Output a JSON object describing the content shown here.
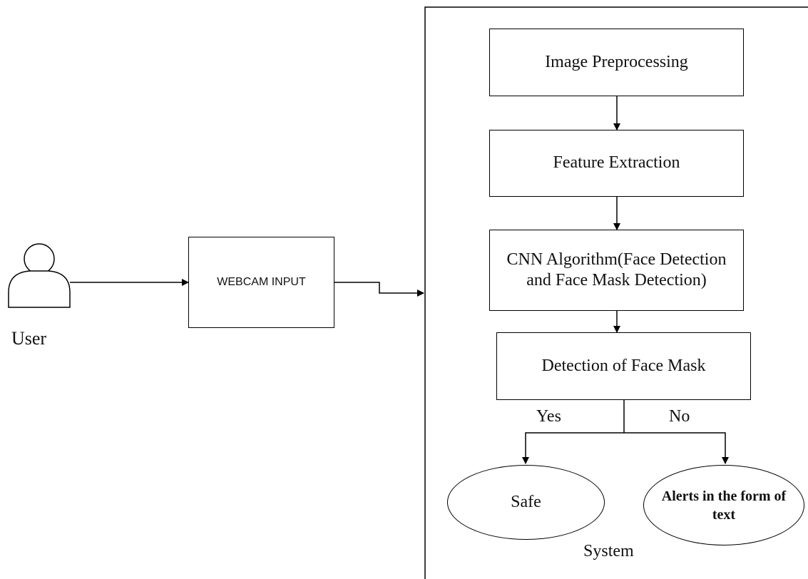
{
  "actor": {
    "label": "User"
  },
  "webcam": {
    "label": "WEBCAM INPUT"
  },
  "system": {
    "label": "System",
    "steps": [
      "Image Preprocessing",
      "Feature Extraction",
      "CNN Algorithm(Face Detection and Face Mask Detection)",
      "Detection of Face Mask"
    ],
    "branch_yes": "Yes",
    "branch_no": "No",
    "outcome_safe": "Safe",
    "outcome_alert": "Alerts in the form of text"
  }
}
